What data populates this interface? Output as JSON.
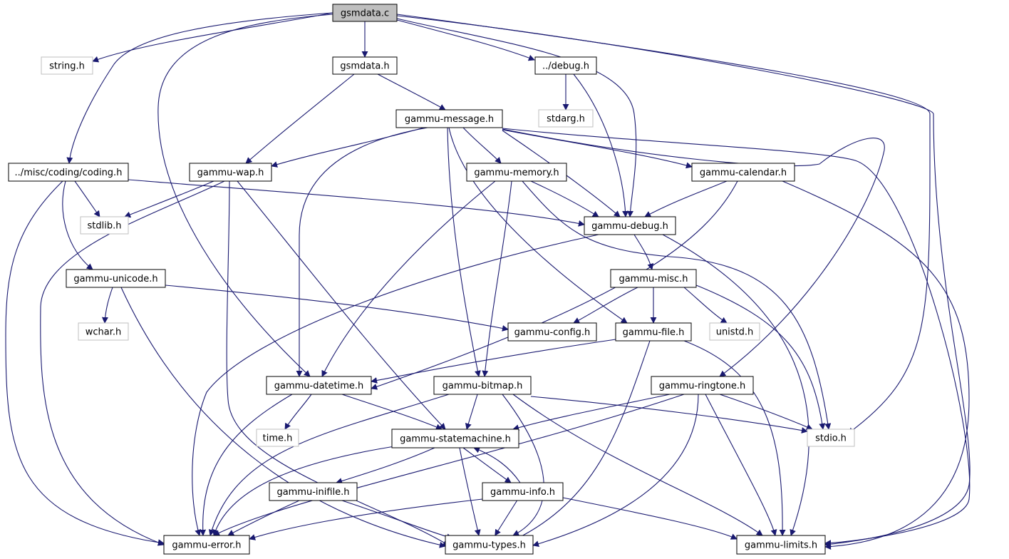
{
  "diagram": {
    "colors": {
      "edge": "#191970",
      "box_border": "#000000",
      "ext_border": "#bfbfbf",
      "root_fill": "#bfbfbf"
    },
    "nodes": [
      {
        "id": "gsmdata_c",
        "label": "gsmdata.c",
        "kind": "root"
      },
      {
        "id": "string_h",
        "label": "string.h",
        "kind": "external"
      },
      {
        "id": "gsmdata_h",
        "label": "gsmdata.h",
        "kind": "file"
      },
      {
        "id": "debug_h_rel",
        "label": "../debug.h",
        "kind": "file"
      },
      {
        "id": "stdarg_h",
        "label": "stdarg.h",
        "kind": "external"
      },
      {
        "id": "gammu_message_h",
        "label": "gammu-message.h",
        "kind": "file"
      },
      {
        "id": "coding_h",
        "label": "../misc/coding/coding.h",
        "kind": "file"
      },
      {
        "id": "gammu_wap_h",
        "label": "gammu-wap.h",
        "kind": "file"
      },
      {
        "id": "gammu_memory_h",
        "label": "gammu-memory.h",
        "kind": "file"
      },
      {
        "id": "gammu_calendar_h",
        "label": "gammu-calendar.h",
        "kind": "file"
      },
      {
        "id": "stdlib_h",
        "label": "stdlib.h",
        "kind": "external"
      },
      {
        "id": "gammu_debug_h",
        "label": "gammu-debug.h",
        "kind": "file"
      },
      {
        "id": "gammu_unicode_h",
        "label": "gammu-unicode.h",
        "kind": "file"
      },
      {
        "id": "gammu_misc_h",
        "label": "gammu-misc.h",
        "kind": "file"
      },
      {
        "id": "wchar_h",
        "label": "wchar.h",
        "kind": "external"
      },
      {
        "id": "gammu_config_h",
        "label": "gammu-config.h",
        "kind": "file"
      },
      {
        "id": "gammu_file_h",
        "label": "gammu-file.h",
        "kind": "file"
      },
      {
        "id": "unistd_h",
        "label": "unistd.h",
        "kind": "external"
      },
      {
        "id": "gammu_datetime_h",
        "label": "gammu-datetime.h",
        "kind": "file"
      },
      {
        "id": "gammu_bitmap_h",
        "label": "gammu-bitmap.h",
        "kind": "file"
      },
      {
        "id": "gammu_ringtone_h",
        "label": "gammu-ringtone.h",
        "kind": "file"
      },
      {
        "id": "time_h",
        "label": "time.h",
        "kind": "external"
      },
      {
        "id": "gammu_statemachine_h",
        "label": "gammu-statemachine.h",
        "kind": "file"
      },
      {
        "id": "stdio_h",
        "label": "stdio.h",
        "kind": "external"
      },
      {
        "id": "gammu_inifile_h",
        "label": "gammu-inifile.h",
        "kind": "file"
      },
      {
        "id": "gammu_info_h",
        "label": "gammu-info.h",
        "kind": "file"
      },
      {
        "id": "gammu_error_h",
        "label": "gammu-error.h",
        "kind": "file"
      },
      {
        "id": "gammu_types_h",
        "label": "gammu-types.h",
        "kind": "file"
      },
      {
        "id": "gammu_limits_h",
        "label": "gammu-limits.h",
        "kind": "file"
      }
    ],
    "edges": [
      [
        "gsmdata_c",
        "string_h"
      ],
      [
        "gsmdata_c",
        "gsmdata_h"
      ],
      [
        "gsmdata_c",
        "debug_h_rel"
      ],
      [
        "gsmdata_c",
        "coding_h"
      ],
      [
        "gsmdata_c",
        "gammu_datetime_h"
      ],
      [
        "gsmdata_c",
        "gammu_debug_h"
      ],
      [
        "gsmdata_c",
        "stdio_h"
      ],
      [
        "gsmdata_c",
        "gammu_limits_h"
      ],
      [
        "gsmdata_h",
        "gammu_message_h"
      ],
      [
        "gsmdata_h",
        "gammu_wap_h"
      ],
      [
        "debug_h_rel",
        "stdarg_h"
      ],
      [
        "debug_h_rel",
        "gammu_debug_h"
      ],
      [
        "gammu_message_h",
        "gammu_wap_h"
      ],
      [
        "gammu_message_h",
        "gammu_memory_h"
      ],
      [
        "gammu_message_h",
        "gammu_calendar_h"
      ],
      [
        "gammu_message_h",
        "gammu_debug_h"
      ],
      [
        "gammu_message_h",
        "gammu_datetime_h"
      ],
      [
        "gammu_message_h",
        "gammu_bitmap_h"
      ],
      [
        "gammu_message_h",
        "gammu_file_h"
      ],
      [
        "gammu_message_h",
        "gammu_ringtone_h"
      ],
      [
        "gammu_message_h",
        "gammu_limits_h"
      ],
      [
        "coding_h",
        "stdlib_h"
      ],
      [
        "coding_h",
        "gammu_unicode_h"
      ],
      [
        "coding_h",
        "gammu_debug_h"
      ],
      [
        "coding_h",
        "gammu_error_h"
      ],
      [
        "gammu_wap_h",
        "stdlib_h"
      ],
      [
        "gammu_wap_h",
        "gammu_error_h"
      ],
      [
        "gammu_wap_h",
        "gammu_types_h"
      ],
      [
        "gammu_wap_h",
        "gammu_statemachine_h"
      ],
      [
        "gammu_memory_h",
        "gammu_debug_h"
      ],
      [
        "gammu_memory_h",
        "gammu_datetime_h"
      ],
      [
        "gammu_memory_h",
        "gammu_bitmap_h"
      ],
      [
        "gammu_memory_h",
        "stdio_h"
      ],
      [
        "gammu_calendar_h",
        "gammu_debug_h"
      ],
      [
        "gammu_calendar_h",
        "gammu_datetime_h"
      ],
      [
        "gammu_calendar_h",
        "gammu_limits_h"
      ],
      [
        "gammu_debug_h",
        "gammu_misc_h"
      ],
      [
        "gammu_debug_h",
        "gammu_error_h"
      ],
      [
        "gammu_debug_h",
        "gammu_limits_h"
      ],
      [
        "gammu_unicode_h",
        "wchar_h"
      ],
      [
        "gammu_unicode_h",
        "gammu_config_h"
      ],
      [
        "gammu_unicode_h",
        "gammu_types_h"
      ],
      [
        "gammu_misc_h",
        "gammu_config_h"
      ],
      [
        "gammu_misc_h",
        "gammu_file_h"
      ],
      [
        "gammu_misc_h",
        "unistd_h"
      ],
      [
        "gammu_misc_h",
        "stdio_h"
      ],
      [
        "gammu_file_h",
        "gammu_datetime_h"
      ],
      [
        "gammu_file_h",
        "gammu_types_h"
      ],
      [
        "gammu_file_h",
        "gammu_limits_h"
      ],
      [
        "gammu_datetime_h",
        "time_h"
      ],
      [
        "gammu_datetime_h",
        "gammu_statemachine_h"
      ],
      [
        "gammu_datetime_h",
        "gammu_error_h"
      ],
      [
        "gammu_bitmap_h",
        "gammu_statemachine_h"
      ],
      [
        "gammu_bitmap_h",
        "stdio_h"
      ],
      [
        "gammu_bitmap_h",
        "gammu_error_h"
      ],
      [
        "gammu_bitmap_h",
        "gammu_types_h"
      ],
      [
        "gammu_bitmap_h",
        "gammu_limits_h"
      ],
      [
        "gammu_ringtone_h",
        "gammu_statemachine_h"
      ],
      [
        "gammu_ringtone_h",
        "stdio_h"
      ],
      [
        "gammu_ringtone_h",
        "gammu_error_h"
      ],
      [
        "gammu_ringtone_h",
        "gammu_types_h"
      ],
      [
        "gammu_ringtone_h",
        "gammu_limits_h"
      ],
      [
        "gammu_statemachine_h",
        "gammu_inifile_h"
      ],
      [
        "gammu_statemachine_h",
        "gammu_info_h"
      ],
      [
        "gammu_statemachine_h",
        "gammu_error_h"
      ],
      [
        "gammu_statemachine_h",
        "gammu_types_h"
      ],
      [
        "gammu_inifile_h",
        "gammu_error_h"
      ],
      [
        "gammu_inifile_h",
        "gammu_types_h"
      ],
      [
        "gammu_info_h",
        "gammu_statemachine_h"
      ],
      [
        "gammu_info_h",
        "gammu_error_h"
      ],
      [
        "gammu_info_h",
        "gammu_types_h"
      ],
      [
        "gammu_info_h",
        "gammu_limits_h"
      ]
    ]
  }
}
